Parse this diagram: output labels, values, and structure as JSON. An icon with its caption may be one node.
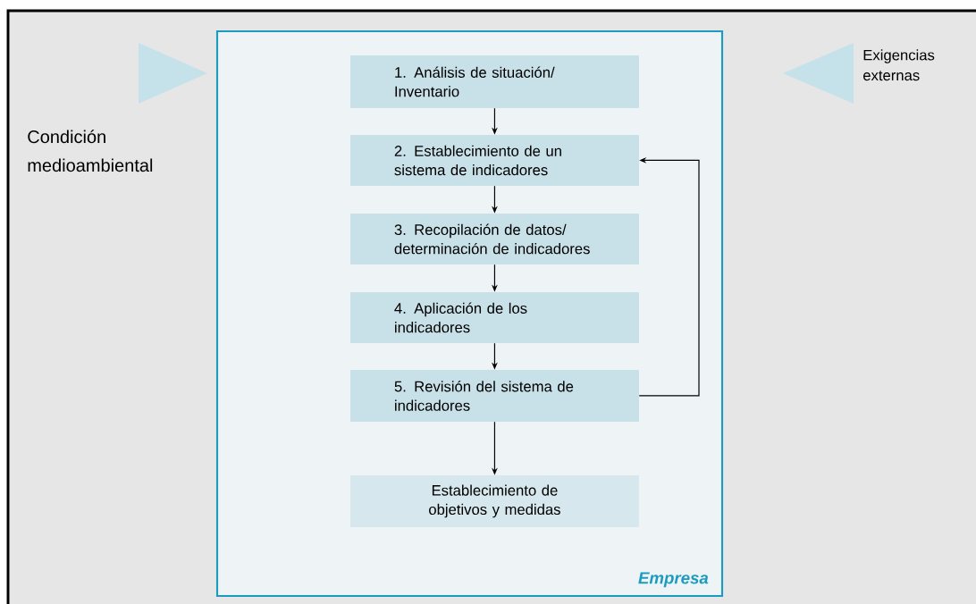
{
  "diagram": {
    "nodes": [
      {
        "text": [
          "Empresa"
        ]
      },
      {
        "text": [
          "1. Análisis de situación/ Inventario"
        ],
        "in": 0
      },
      {
        "text": [
          "2. Establecimiento de un sistema de indicadores"
        ],
        "in": 0
      },
      {
        "text": [
          "3. Recopilación de datos/ determinación de indicadores"
        ],
        "in": 0
      },
      {
        "text": [
          "4. Aplicación de los indicadores"
        ],
        "in": 0
      },
      {
        "text": [
          "5. Revisión del sistema de indicadores"
        ],
        "in": 0
      },
      {
        "text": [
          "Establecimiento de objetivos y medidas"
        ],
        "in": 0
      }
    ],
    "edges": [
      {
        "from": 1,
        "to": 2,
        "arrow": "to"
      },
      {
        "from": 2,
        "to": 3,
        "arrow": "to"
      },
      {
        "from": 3,
        "to": 4,
        "arrow": "to"
      },
      {
        "from": 4,
        "to": 5,
        "arrow": "to"
      },
      {
        "from": 5,
        "to": 6,
        "arrow": "to"
      },
      {
        "from": 5,
        "to": 2,
        "arrow": "to"
      }
    ],
    "labels": [
      "Exigencias externas",
      "Condición medioambiental"
    ]
  }
}
